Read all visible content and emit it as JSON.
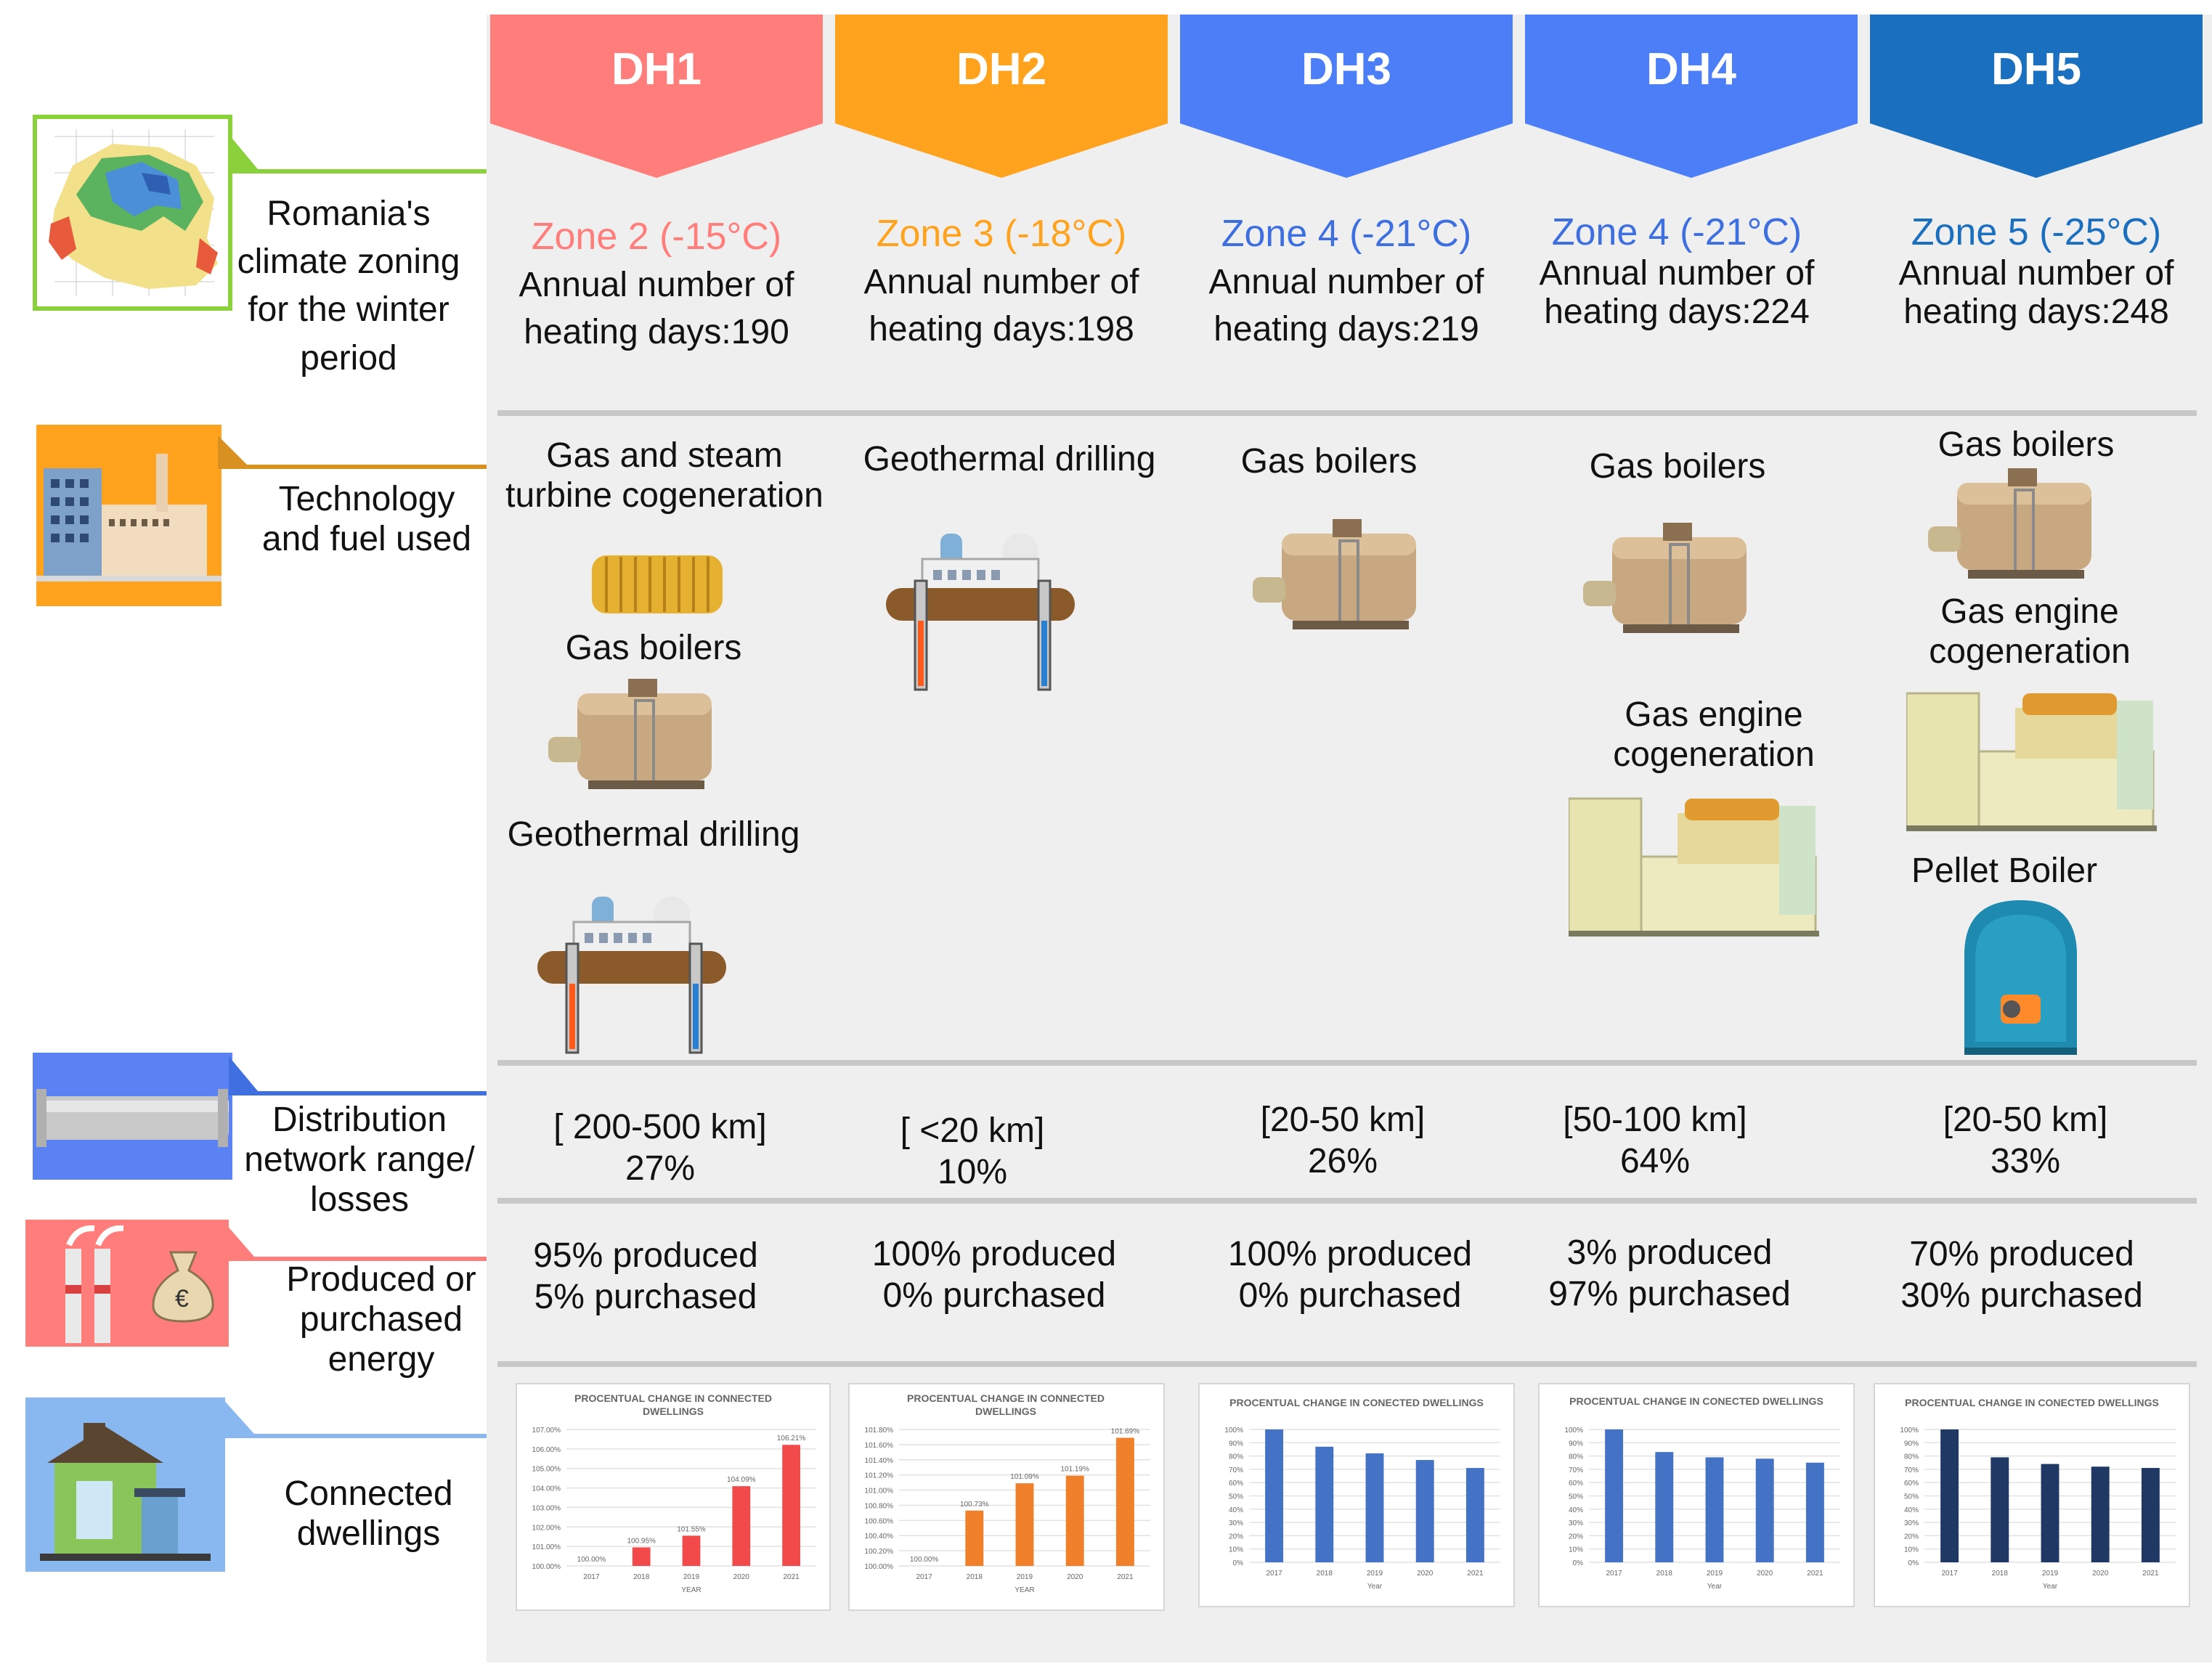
{
  "colors": {
    "dh1": "#ff7d7a",
    "dh2": "#ffa31f",
    "dh3": "#4b7ef7",
    "dh4": "#4b7ef7",
    "dh5": "#1a6fbf",
    "zone1": "#ff7d7a",
    "zone2": "#ffa31f",
    "zone3": "#3d6fe0",
    "zone4": "#3d6fe0",
    "zone5": "#1a6fbf",
    "bar_red": "#f24a4a",
    "bar_orange": "#f0802a",
    "bar_blue": "#4472c4",
    "bar_navy": "#1f3864"
  },
  "rows": {
    "climate": "Romania's climate zoning for the winter period",
    "technology_l1": "Technology",
    "technology_l2": "and fuel used",
    "distribution": "Distribution network range/ losses",
    "energy": "Produced or purchased energy",
    "dwellings": "Connected dwellings"
  },
  "icons": {
    "map": "romania-climate-map-icon",
    "factory": "factory-icon",
    "pipe": "pipe-icon",
    "chimney": "chimney-icon",
    "money": "money-bag-icon",
    "house": "house-icon"
  },
  "columns": [
    {
      "name": "DH1",
      "zone": "Zone 2 (-15°C)",
      "days_l1": "Annual number of",
      "days_l2": "heating days:190",
      "tech": [
        "Gas and steam turbine cogeneration",
        "Gas boilers",
        "Geothermal drilling"
      ],
      "network": "[ 200-500 km]",
      "losses": "27%",
      "produced": "95% produced",
      "purchased": "5% purchased"
    },
    {
      "name": "DH2",
      "zone": "Zone 3 (-18°C)",
      "days_l1": "Annual number of",
      "days_l2": "heating days:198",
      "tech": [
        "Geothermal drilling"
      ],
      "network": "[ <20  km]",
      "losses": "10%",
      "produced": "100% produced",
      "purchased": "0% purchased"
    },
    {
      "name": "DH3",
      "zone": "Zone 4 (-21°C)",
      "days_l1": "Annual number of",
      "days_l2": "heating days:219",
      "tech": [
        "Gas boilers"
      ],
      "network": "[20-50 km]",
      "losses": "26%",
      "produced": "100% produced",
      "purchased": "0% purchased"
    },
    {
      "name": "DH4",
      "zone": "Zone 4 (-21°C)",
      "days_l1": "Annual number of",
      "days_l2": "heating days:224",
      "tech": [
        "Gas boilers",
        "Gas engine cogeneration"
      ],
      "network": "[50-100 km]",
      "losses": "64%",
      "produced": "3% produced",
      "purchased": "97% purchased"
    },
    {
      "name": "DH5",
      "zone": "Zone 5 (-25°C)",
      "days_l1": "Annual number of",
      "days_l2": "heating days:248",
      "tech": [
        "Gas boilers",
        "Gas engine cogeneration",
        "Pellet Boiler"
      ],
      "network": "[20-50 km]",
      "losses": "33%",
      "produced": "70% produced",
      "purchased": "30% purchased"
    }
  ],
  "chart_data": [
    {
      "type": "bar",
      "title": "PROCENTUAL CHANGE IN CONNECTED DWELLINGS",
      "categories": [
        "2017",
        "2018",
        "2019",
        "2020",
        "2021"
      ],
      "values": [
        100.0,
        100.95,
        101.55,
        104.09,
        106.21
      ],
      "data_labels": [
        "100.00%",
        "100.95%",
        "101.55%",
        "104.09%",
        "106.21%"
      ],
      "ylim": [
        100.0,
        107.0
      ],
      "yticks": [
        "100.00%",
        "101.00%",
        "102.00%",
        "103.00%",
        "104.00%",
        "105.00%",
        "106.00%",
        "107.00%"
      ],
      "xlabel": "YEAR",
      "color": "#f24a4a",
      "grid": true
    },
    {
      "type": "bar",
      "title": "PROCENTUAL CHANGE IN CONNECTED DWELLINGS",
      "categories": [
        "2017",
        "2018",
        "2019",
        "2020",
        "2021"
      ],
      "values": [
        100.0,
        100.73,
        101.09,
        101.19,
        101.69
      ],
      "data_labels": [
        "100.00%",
        "100.73%",
        "101.09%",
        "101.19%",
        "101.69%"
      ],
      "ylim": [
        100.0,
        101.8
      ],
      "yticks": [
        "100.00%",
        "100.20%",
        "100.40%",
        "100.60%",
        "100.80%",
        "101.00%",
        "101.20%",
        "101.40%",
        "101.60%",
        "101.80%"
      ],
      "xlabel": "YEAR",
      "color": "#f0802a",
      "grid": true
    },
    {
      "type": "bar",
      "title": "PROCENTUAL CHANGE IN CONECTED DWELLINGS",
      "categories": [
        "2017",
        "2018",
        "2019",
        "2020",
        "2021"
      ],
      "values": [
        100,
        87,
        82,
        77,
        71
      ],
      "ylim": [
        0,
        100
      ],
      "yticks": [
        "0%",
        "10%",
        "20%",
        "30%",
        "40%",
        "50%",
        "60%",
        "70%",
        "80%",
        "90%",
        "100%"
      ],
      "xlabel": "Year",
      "color": "#4472c4",
      "grid": true
    },
    {
      "type": "bar",
      "title": "PROCENTUAL CHANGE IN CONECTED DWELLINGS",
      "categories": [
        "2017",
        "2018",
        "2019",
        "2020",
        "2021"
      ],
      "values": [
        100,
        83,
        79,
        78,
        75
      ],
      "ylim": [
        0,
        100
      ],
      "yticks": [
        "0%",
        "10%",
        "20%",
        "30%",
        "40%",
        "50%",
        "60%",
        "70%",
        "80%",
        "90%",
        "100%"
      ],
      "xlabel": "Year",
      "color": "#4472c4",
      "grid": true
    },
    {
      "type": "bar",
      "title": "PROCENTUAL CHANGE IN CONECTED DWELLINGS",
      "categories": [
        "2017",
        "2018",
        "2019",
        "2020",
        "2021"
      ],
      "values": [
        100,
        79,
        74,
        72,
        71
      ],
      "ylim": [
        0,
        100
      ],
      "yticks": [
        "0%",
        "10%",
        "20%",
        "30%",
        "40%",
        "50%",
        "60%",
        "70%",
        "80%",
        "90%",
        "100%"
      ],
      "xlabel": "Year",
      "color": "#1f3864",
      "grid": true
    }
  ]
}
